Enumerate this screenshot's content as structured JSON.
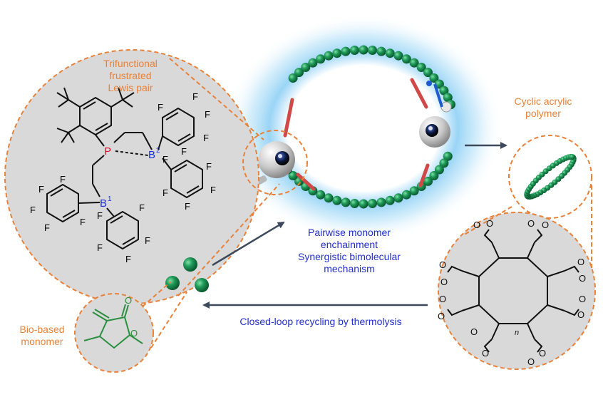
{
  "labels": {
    "fflp": [
      "Trifunctional",
      "frustrated",
      "Lewis pair"
    ],
    "cyclic": [
      "Cyclic acrylic",
      "polymer"
    ],
    "bio": [
      "Bio-based",
      "monomer"
    ],
    "mechanism": [
      "Pairwise monomer",
      "enchainment",
      "Synergistic bimolecular",
      "mechanism"
    ],
    "recycle": "Closed-loop recycling by thermolysis"
  },
  "atoms": {
    "F": "F",
    "P": "P",
    "B": "B",
    "B1_sup": "1",
    "B2_sup": "2",
    "O": "O",
    "n": "n"
  },
  "colors": {
    "orange": "#e8823a",
    "blue_text": "#2330c8",
    "bead_green": "#1b8a4e",
    "circle_gray": "#d9d9d9",
    "glow": "#7ec8f2",
    "arrow": "#3d4a5c",
    "P_red": "#e0102a",
    "B_blue": "#1b2fd9",
    "monomer_green": "#2a8f3e"
  }
}
